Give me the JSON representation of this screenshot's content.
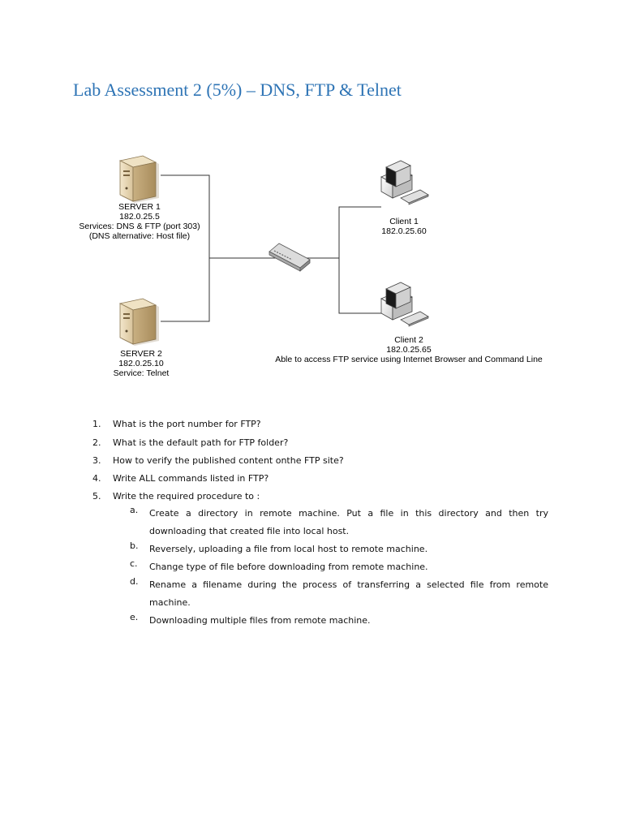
{
  "title": "Lab Assessment 2 (5%) – DNS, FTP & Telnet",
  "diagram": {
    "server1": {
      "name": "SERVER 1",
      "ip": "182.0.25.5",
      "services": "Services: DNS & FTP (port 303)",
      "note": "(DNS alternative: Host file)"
    },
    "server2": {
      "name": "SERVER 2",
      "ip": "182.0.25.10",
      "service": "Service: Telnet"
    },
    "client1": {
      "name": "Client 1",
      "ip": "182.0.25.60"
    },
    "client2": {
      "name": "Client 2",
      "ip": "182.0.25.65",
      "note": "Able to access FTP service using Internet Browser and Command Line"
    },
    "icons": [
      "server-icon",
      "switch-icon",
      "computer-icon"
    ]
  },
  "questions": [
    {
      "num": "1.",
      "text": "What is the port  number for FTP?"
    },
    {
      "num": "2.",
      "text": "What is the default path for FTP folder?"
    },
    {
      "num": "3.",
      "text": "How to verify the published content onthe FTP site?"
    },
    {
      "num": "4.",
      "text": "Write ALL commands listed in FTP?"
    },
    {
      "num": "5.",
      "text": "Write the required procedure to :"
    }
  ],
  "subitems": [
    {
      "letter": "a.",
      "text": "Create a directory in remote machine. Put a file in this directory and then try downloading that created file into local host."
    },
    {
      "letter": "b.",
      "text": "Reversely, uploading a file from local host to remote machine."
    },
    {
      "letter": "c.",
      "text": "Change type of file before downloading from remote machine."
    },
    {
      "letter": "d.",
      "text": "Rename a filename during the process of transferring a selected file from remote machine."
    },
    {
      "letter": "e.",
      "text": "Downloading multiple files from remote machine."
    }
  ],
  "colors": {
    "title": "#2e74b5",
    "server_body": "#e8d9b8",
    "server_shadow": "#b79e72"
  }
}
